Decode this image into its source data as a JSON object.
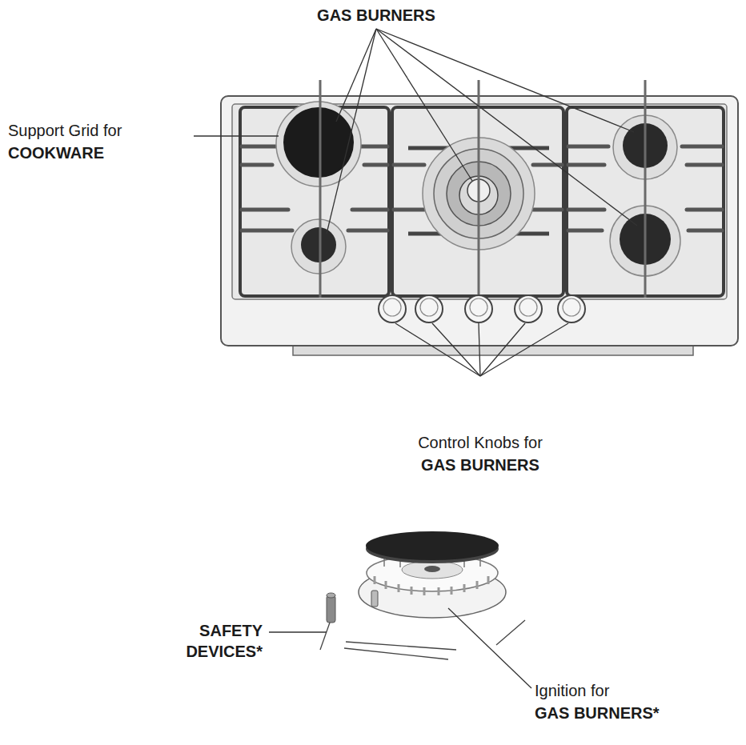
{
  "diagram": {
    "labels": [
      "GAS BURNERS",
      "Support Grid for",
      "COOKWARE",
      "Control Knobs for",
      "GAS BURNERS",
      "SAFETY DEVICES*",
      "Ignition for",
      "GAS BURNERS*"
    ]
  }
}
